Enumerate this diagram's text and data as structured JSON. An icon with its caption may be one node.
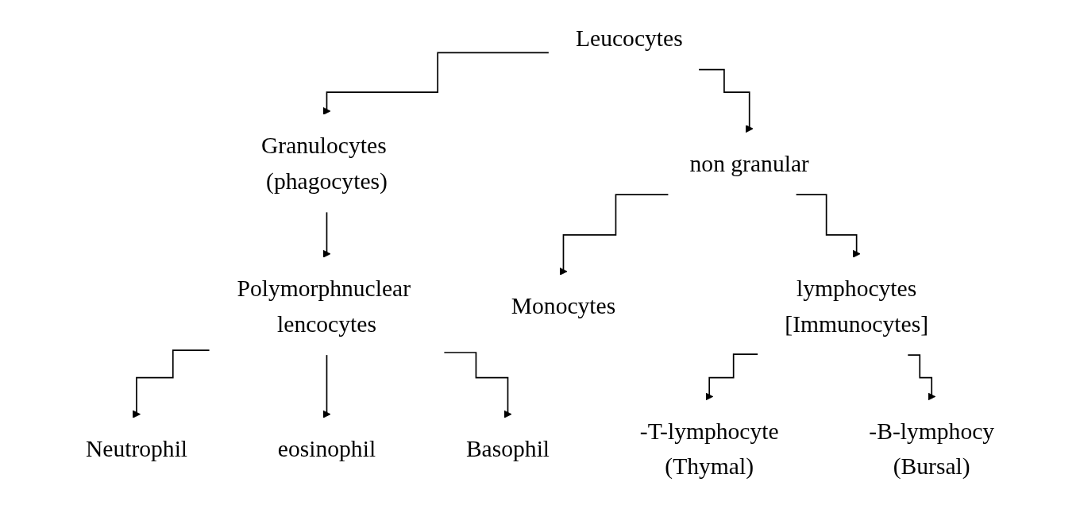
{
  "diagram": {
    "nodes": [
      {
        "text": [
          "Leucocytes"
        ]
      },
      {
        "text": [
          "Granulocytes (phagocytes)"
        ]
      },
      {
        "text": [
          "non granular"
        ]
      },
      {
        "text": [
          "Polymorphnuclear lencocytes"
        ]
      },
      {
        "text": [
          "Monocytes"
        ]
      },
      {
        "text": [
          "lymphocytes",
          "[Immunocytes]"
        ]
      },
      {
        "text": [
          "Neutrophil"
        ]
      },
      {
        "text": [
          "eosinophil"
        ]
      },
      {
        "text": [
          "Basophil"
        ]
      },
      {
        "text": [
          "-T-lymphocyte",
          "(Thymal)"
        ]
      },
      {
        "text": [
          "-B-lymphocy",
          "(Bursal)"
        ]
      }
    ],
    "edges": [
      {
        "from": 0,
        "to": 1,
        "arrow": "to"
      },
      {
        "from": 0,
        "to": 2,
        "arrow": "to"
      },
      {
        "from": 1,
        "to": 3,
        "arrow": "to"
      },
      {
        "from": 2,
        "to": 4,
        "arrow": "to"
      },
      {
        "from": 2,
        "to": 5,
        "arrow": "to"
      },
      {
        "from": 3,
        "to": 6,
        "arrow": "to"
      },
      {
        "from": 3,
        "to": 7,
        "arrow": "to"
      },
      {
        "from": 3,
        "to": 8,
        "arrow": "to"
      },
      {
        "from": 5,
        "to": 9,
        "arrow": "to"
      },
      {
        "from": 5,
        "to": 10,
        "arrow": "to"
      }
    ]
  }
}
